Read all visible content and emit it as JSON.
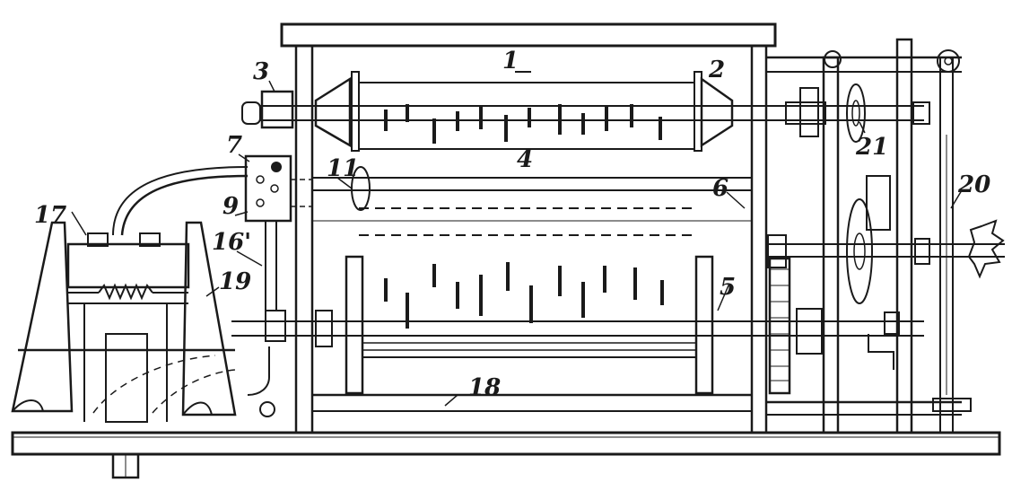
{
  "figure": {
    "colors": {
      "ink": "#1a1a1a",
      "paper": "#ffffff"
    },
    "reference_numerals": [
      {
        "id": "1",
        "text": "1"
      },
      {
        "id": "2",
        "text": "2"
      },
      {
        "id": "3",
        "text": "3"
      },
      {
        "id": "4",
        "text": "4"
      },
      {
        "id": "5",
        "text": "5"
      },
      {
        "id": "6",
        "text": "6"
      },
      {
        "id": "7",
        "text": "7"
      },
      {
        "id": "9",
        "text": "9"
      },
      {
        "id": "11",
        "text": "11"
      },
      {
        "id": "16p",
        "text": "16'"
      },
      {
        "id": "17",
        "text": "17"
      },
      {
        "id": "18",
        "text": "18"
      },
      {
        "id": "19",
        "text": "19"
      },
      {
        "id": "20",
        "text": "20"
      },
      {
        "id": "21",
        "text": "21"
      }
    ]
  }
}
